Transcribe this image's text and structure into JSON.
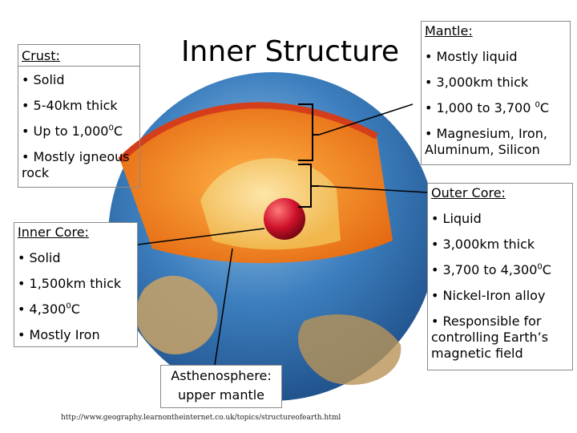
{
  "title": "Inner Structure",
  "crust": {
    "heading": "Crust:",
    "items": [
      "• Solid",
      "• 5-40km thick",
      "• Up to 1,000",
      "• Mostly igneous rock"
    ],
    "temp_sup": "0",
    "temp_suffix": "C"
  },
  "mantle": {
    "heading": "Mantle:",
    "items": [
      "• Mostly liquid",
      "• 3,000km thick",
      "• 1,000 to 3,700 ",
      "• Magnesium, Iron, Aluminum, Silicon"
    ],
    "temp_sup": "0",
    "temp_suffix": "C"
  },
  "outer_core": {
    "heading": "Outer Core:",
    "items": [
      "• Liquid",
      "• 3,000km thick",
      "• 3,700 to 4,300",
      "• Nickel-Iron alloy",
      "• Responsible for controlling Earth’s magnetic field"
    ],
    "temp_sup": "0",
    "temp_suffix": "C"
  },
  "inner_core": {
    "heading": "Inner Core:",
    "items": [
      "• Solid",
      "• 1,500km thick",
      "• 4,300",
      "• Mostly Iron"
    ],
    "temp_sup": "0",
    "temp_suffix": "C"
  },
  "asthenosphere": {
    "line1": "Asthenosphere:",
    "line2": "upper mantle"
  },
  "source": "http://www.geography.learnontheinternet.co.uk/topics/structureofearth.html",
  "colors": {
    "crust_blue": "#2f6fb0",
    "mantle_orange": "#f08a1e",
    "outer_core": "#f4c463",
    "inner_core": "#c8102e"
  }
}
